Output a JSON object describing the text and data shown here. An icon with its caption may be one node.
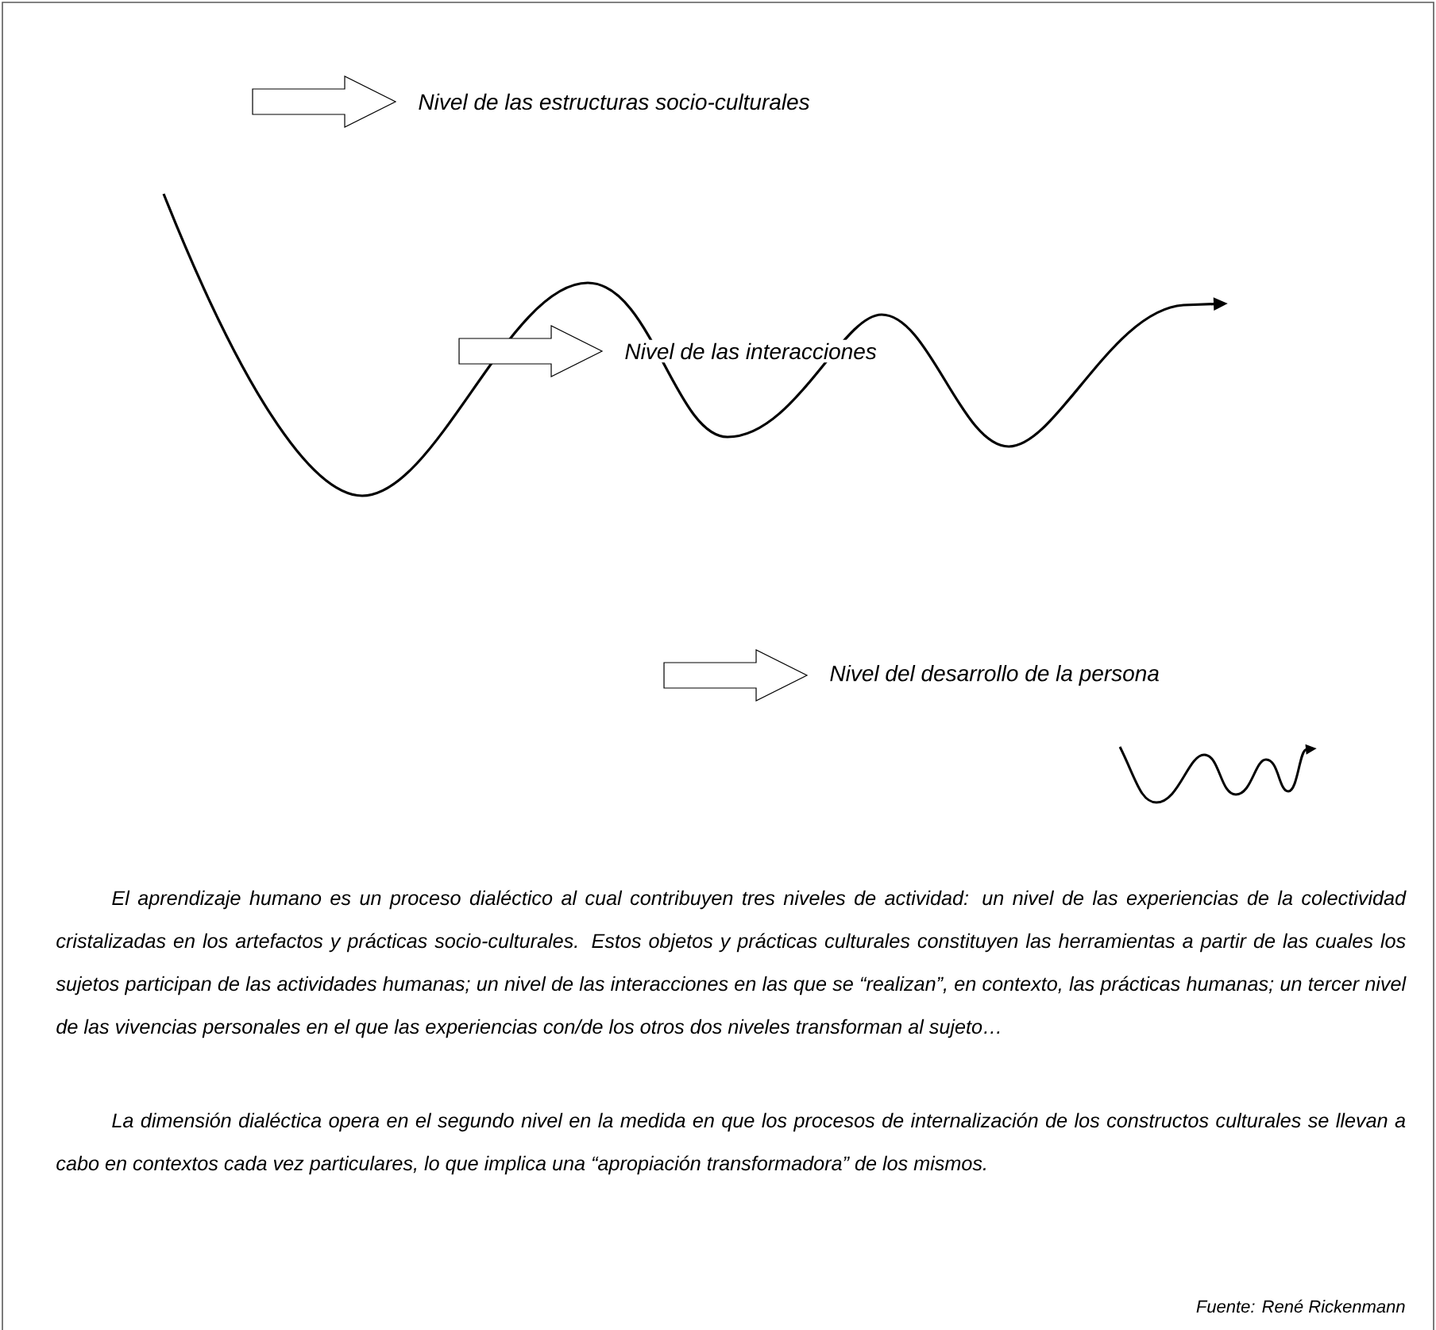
{
  "diagram": {
    "nodes": [
      {
        "text": [
          "Nivel de las estructuras socio-culturales"
        ]
      },
      {
        "text": [
          "Nivel de las interacciones"
        ]
      },
      {
        "text": [
          "Nivel del desarrollo de la persona"
        ]
      }
    ],
    "edges": [
      {
        "from": null,
        "to": 0,
        "arrow": "to"
      },
      {
        "from": null,
        "to": 1,
        "arrow": "to"
      },
      {
        "from": null,
        "to": 2,
        "arrow": "to"
      }
    ],
    "labels": [
      "El aprendizaje humano es un proceso dialéctico al cual contribuyen tres niveles de actividad: un nivel de las experiencias de la colectividad cristalizadas en los artefactos y prácticas socio-culturales. Estos objetos y prácticas culturales constituyen las herramientas a partir de las cuales los sujetos participan de las actividades humanas; un nivel de las interacciones en las que se “realizan”, en contexto, las prácticas humanas; un tercer nivel de las vivencias personales en el que las experiencias con/de los otros dos niveles transforman al sujeto…",
      "La dimensión dialéctica opera en el segundo nivel en la medida en que los procesos de internalización de los constructos culturales se llevan a cabo en contextos cada vez particulares, lo que implica una “apropiación transformadora” de los mismos.",
      "Fuente: René Rickenmann"
    ]
  }
}
